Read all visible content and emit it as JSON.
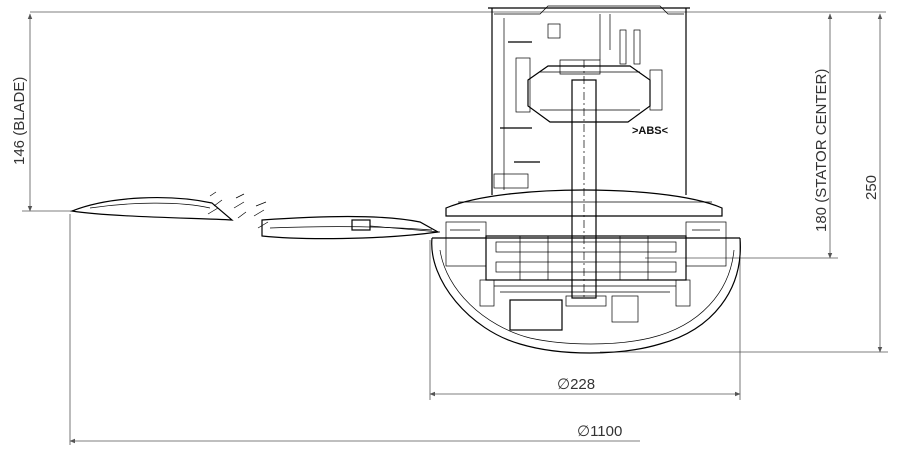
{
  "dimensions": {
    "blade_height": "146 (BLADE)",
    "stator_center": "180 (STATOR CENTER)",
    "total_height": "250",
    "body_diameter": "∅228",
    "sweep_diameter": "∅1100"
  },
  "annotations": {
    "abs_mark": ">ABS<"
  }
}
